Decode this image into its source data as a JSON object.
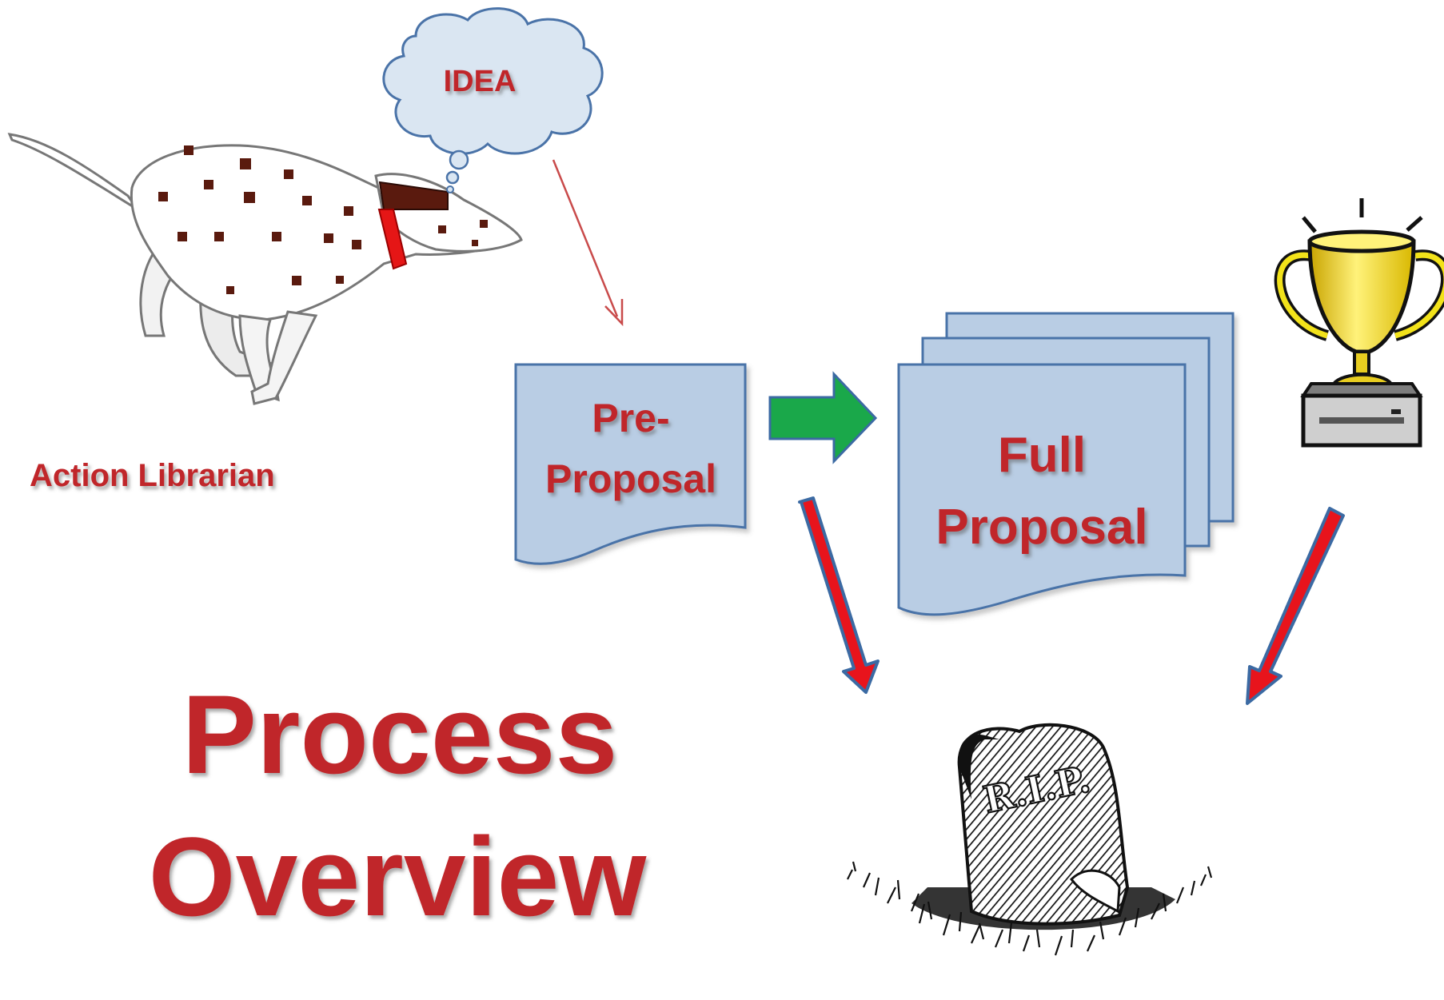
{
  "thought_bubble": {
    "text": "IDEA"
  },
  "caption": {
    "text": "Action Librarian"
  },
  "boxes": {
    "pre_proposal": {
      "line1": "Pre-",
      "line2": "Proposal"
    },
    "full_proposal": {
      "line1": "Full",
      "line2": "Proposal"
    }
  },
  "headline": {
    "line1": "Process",
    "line2": "Overview"
  },
  "tombstone": {
    "text": "R.I.P."
  },
  "colors": {
    "label_red": "#c0262a",
    "doc_fill": "#b9cde4",
    "doc_stroke": "#4a73a8",
    "cloud_fill": "#dae6f2",
    "green_arrow": "#1aa84a",
    "red_arrow": "#e8141c",
    "trophy_gold": "#f2e21a"
  },
  "icons": [
    "dalmatian-dog",
    "thought-cloud",
    "trophy-icon",
    "tombstone-icon"
  ]
}
